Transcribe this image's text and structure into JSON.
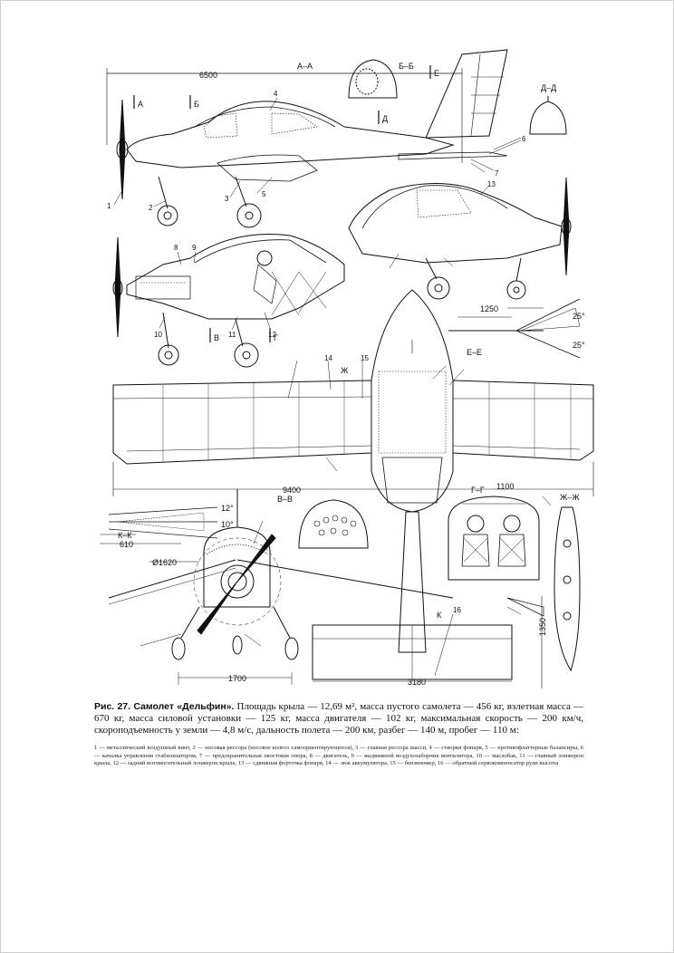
{
  "dimensions": {
    "overall_length": "6500",
    "span": "9400",
    "prop_diameter": "Ø1620",
    "track": "1700",
    "stab_span": "3180",
    "tail_offset": "1250",
    "cockpit_width": "1100",
    "height": "1350",
    "kk_width": "610",
    "angle_12": "12°",
    "angle_10": "10°",
    "angle_25_top": "25°",
    "angle_25_bottom": "25°"
  },
  "section_labels": {
    "aa": "А–А",
    "bb": "Б–Б",
    "dd": "Д–Д",
    "vv": "В–В",
    "gg": "Г–Г",
    "ee": "Е–Е",
    "zhzh": "Ж–Ж",
    "kk": "К–К",
    "a": "А",
    "b": "Б",
    "d": "Д",
    "e": "Е",
    "v": "В",
    "g": "Г",
    "zh": "Ж",
    "k": "К"
  },
  "callouts": {
    "n1": "1",
    "n2": "2",
    "n3": "3",
    "n4": "4",
    "n5": "5",
    "n6": "6",
    "n7": "7",
    "n8": "8",
    "n9": "9",
    "n10": "10",
    "n11": "11",
    "n12": "12",
    "n13": "13",
    "n14": "14",
    "n15": "15",
    "n16": "16"
  },
  "caption": {
    "title": "Рис. 27. Самолет «Дельфин».",
    "text": "Площадь крыла — 12,69 м², масса пустого самолета — 456 кг, взлетная масса — 670 кг, масса силовой установки — 125 кг, масса двигателя — 102 кг, максимальная скорость — 200 км/ч, скороподъемность у земли — 4,8 м/с, дальность полета — 200 км, разбег — 140 м, пробег — 110 м:"
  },
  "legend": "1 — металлический воздушный винт, 2 — носовая рессора (носовое колесо самоориентирующееся), 3 — главная рессора шасси, 4 — створки фонаря, 5 — противофлаттерные балансиры, 6 — качалка управления стабилизатором, 7 — предохранительная хвостовая опора, 8 — двигатель, 9 — выдвижной воздухозаборник вентилятора, 10 — маслобак, 11 — главный лонжерон крыла, 12 — задний вспомогательный лонжерон крыла, 13 — сдвижная форточка фонаря, 14 — люк аккумулятора, 15 — бензиномер, 16 — обратный сервокомпенсатор рули высоты"
}
